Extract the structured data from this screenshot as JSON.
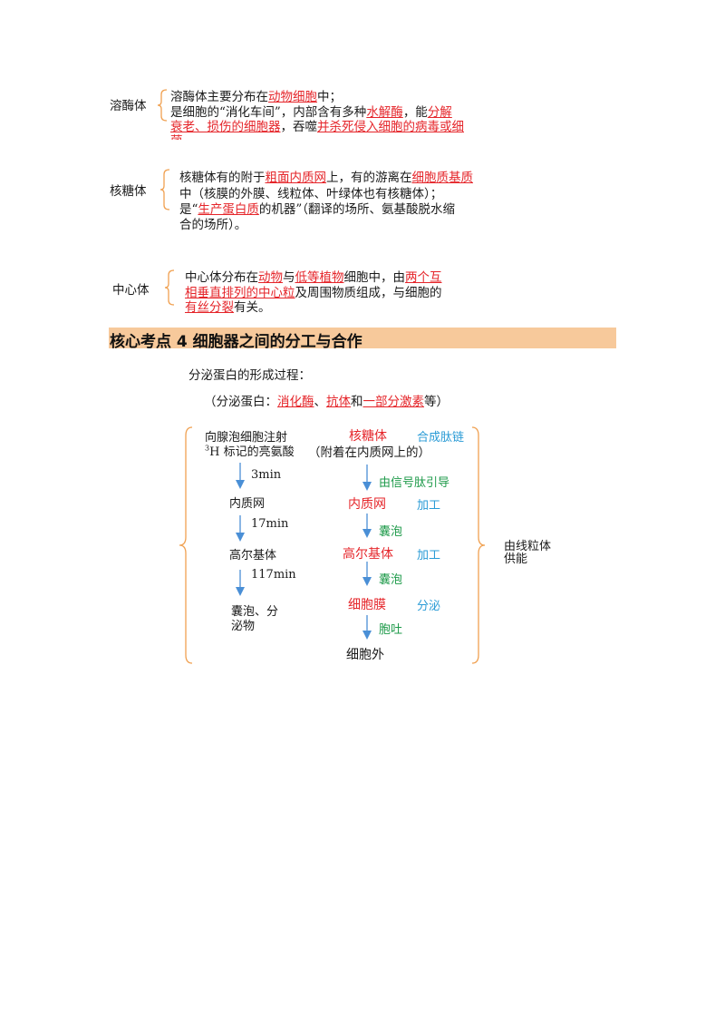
{
  "lysosome": {
    "label": "溶酶体",
    "line1": [
      "溶酶体主要分布在",
      "动物细胞",
      "中；"
    ],
    "line2": [
      "是细胞的“消化车间”，内部含有多种",
      "水解酶",
      "，能",
      "分解"
    ],
    "line3": [
      "衰老、损伤的细胞器",
      "，吞噬",
      "并杀死侵入细胞的病毒或细"
    ],
    "line4": [
      "菌"
    ]
  },
  "ribosome": {
    "label": "核糖体",
    "line1": [
      "核糖体有的附于",
      "粗面内质网",
      "上，有的游离在",
      "细胞质基质"
    ],
    "line2": "中（核膜的外膜、线粒体、叶绿体也有核糖体）；",
    "line3": [
      "是“",
      "生产蛋白质",
      "的机器”（翻译的场所、氨基酸脱水缩"
    ],
    "line4": "合的场所）。"
  },
  "centrosome": {
    "label": "中心体",
    "line1": [
      "中心体分布在",
      "动物",
      "与",
      "低等植物",
      "细胞中，由",
      "两个互"
    ],
    "line2": [
      "相垂直排列的中心粒",
      "及周围物质组成，与细胞的"
    ],
    "line3": [
      "有丝分裂",
      "有关。"
    ]
  },
  "section_heading": "核心考点 4 细胞器之间的分工与合作",
  "secretory": {
    "title": "分泌蛋白的形成过程：",
    "examples": [
      "（分泌蛋白：",
      "消化酶",
      "、",
      "抗体",
      "和",
      "一部分激素",
      "等）"
    ]
  },
  "flow_left": {
    "start_line1": "向腺泡细胞注射",
    "start_line2_sup": "3",
    "start_line2": "H 标记的亮氨酸",
    "t1": "3min",
    "s1": "内质网",
    "t2": "17min",
    "s2": "高尔基体",
    "t3": "117min",
    "s3_line1": "囊泡、分",
    "s3_line2": "泌物"
  },
  "flow_right": {
    "n1": "核糖体",
    "n1_note": "合成肽链",
    "n1_sub": "（附着在内质网上的）",
    "a1": "由信号肽引导",
    "n2": "内质网",
    "n2_note": "加工",
    "a2": "囊泡",
    "n3": "高尔基体",
    "n3_note": "加工",
    "a3": "囊泡",
    "n4": "细胞膜",
    "n4_note": "分泌",
    "a4": "胞吐",
    "n5": "细胞外"
  },
  "energy_note": [
    "由线粒体",
    "供能"
  ]
}
